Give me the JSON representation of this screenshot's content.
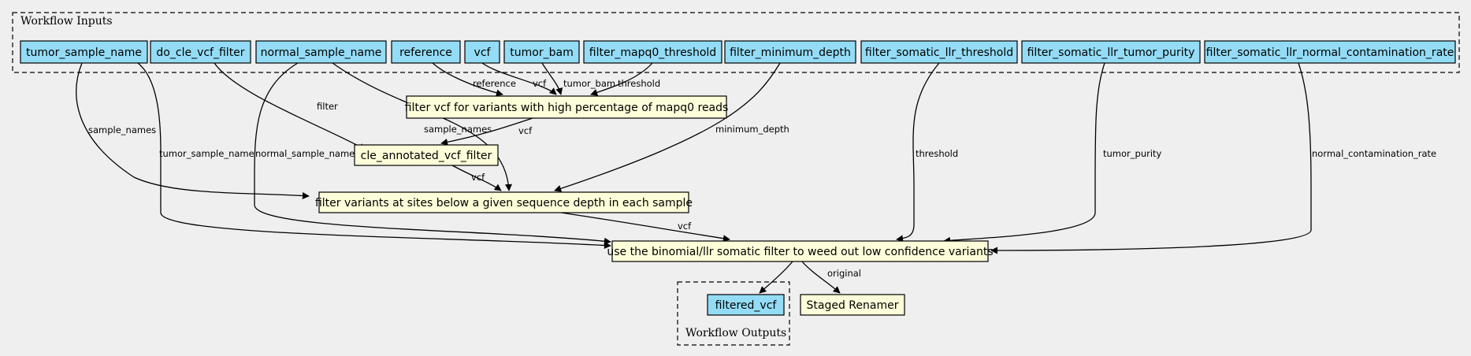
{
  "diagram": {
    "clusters": [
      {
        "id": "inputs",
        "label": "Workflow Inputs"
      },
      {
        "id": "outputs",
        "label": "Workflow Outputs"
      }
    ],
    "nodes": [
      {
        "id": "tumor_sample_name",
        "label": "tumor_sample_name",
        "kind": "input"
      },
      {
        "id": "do_cle_vcf_filter",
        "label": "do_cle_vcf_filter",
        "kind": "input"
      },
      {
        "id": "normal_sample_name",
        "label": "normal_sample_name",
        "kind": "input"
      },
      {
        "id": "reference",
        "label": "reference",
        "kind": "input"
      },
      {
        "id": "vcf",
        "label": "vcf",
        "kind": "input"
      },
      {
        "id": "tumor_bam",
        "label": "tumor_bam",
        "kind": "input"
      },
      {
        "id": "filter_mapq0_threshold",
        "label": "filter_mapq0_threshold",
        "kind": "input"
      },
      {
        "id": "filter_minimum_depth",
        "label": "filter_minimum_depth",
        "kind": "input"
      },
      {
        "id": "filter_somatic_llr_threshold",
        "label": "filter_somatic_llr_threshold",
        "kind": "input"
      },
      {
        "id": "filter_somatic_llr_tumor_purity",
        "label": "filter_somatic_llr_tumor_purity",
        "kind": "input"
      },
      {
        "id": "filter_somatic_llr_normal_contamination_rate",
        "label": "filter_somatic_llr_normal_contamination_rate",
        "kind": "input"
      },
      {
        "id": "mapq0",
        "label": "filter vcf for variants with high percentage of mapq0 reads",
        "kind": "task"
      },
      {
        "id": "cle",
        "label": "cle_annotated_vcf_filter",
        "kind": "task"
      },
      {
        "id": "depth",
        "label": "filter variants at sites below a given sequence depth in each sample",
        "kind": "task"
      },
      {
        "id": "llr",
        "label": "use the binomial/llr somatic filter to weed out low confidence variants",
        "kind": "task"
      },
      {
        "id": "filtered_vcf",
        "label": "filtered_vcf",
        "kind": "output"
      },
      {
        "id": "renamer",
        "label": "Staged Renamer",
        "kind": "task"
      }
    ],
    "edges": [
      {
        "from": "tumor_sample_name",
        "to": "depth",
        "label": "sample_names"
      },
      {
        "from": "tumor_sample_name",
        "to": "llr",
        "label": "tumor_sample_name"
      },
      {
        "from": "do_cle_vcf_filter",
        "to": "cle",
        "label": "filter"
      },
      {
        "from": "normal_sample_name",
        "to": "depth",
        "label": "sample_names"
      },
      {
        "from": "normal_sample_name",
        "to": "llr",
        "label": "normal_sample_name"
      },
      {
        "from": "reference",
        "to": "mapq0",
        "label": "reference"
      },
      {
        "from": "vcf",
        "to": "mapq0",
        "label": "vcf"
      },
      {
        "from": "tumor_bam",
        "to": "mapq0",
        "label": "tumor_bam"
      },
      {
        "from": "filter_mapq0_threshold",
        "to": "mapq0",
        "label": "threshold"
      },
      {
        "from": "mapq0",
        "to": "cle",
        "label": "vcf"
      },
      {
        "from": "filter_minimum_depth",
        "to": "depth",
        "label": "minimum_depth"
      },
      {
        "from": "cle",
        "to": "depth",
        "label": "vcf"
      },
      {
        "from": "filter_somatic_llr_threshold",
        "to": "llr",
        "label": "threshold"
      },
      {
        "from": "filter_somatic_llr_tumor_purity",
        "to": "llr",
        "label": "tumor_purity"
      },
      {
        "from": "filter_somatic_llr_normal_contamination_rate",
        "to": "llr",
        "label": "normal_contamination_rate"
      },
      {
        "from": "depth",
        "to": "llr",
        "label": "vcf"
      },
      {
        "from": "llr",
        "to": "filtered_vcf",
        "label": ""
      },
      {
        "from": "llr",
        "to": "renamer",
        "label": "original"
      }
    ]
  }
}
